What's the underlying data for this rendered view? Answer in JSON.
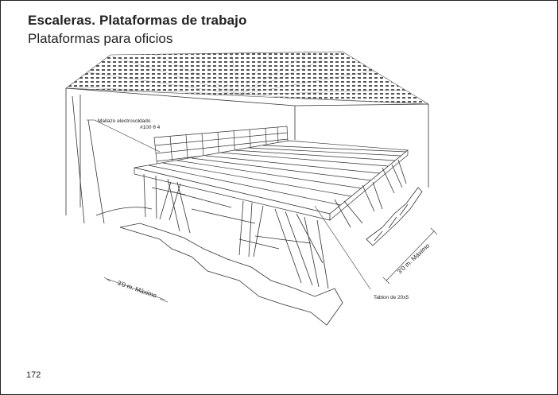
{
  "header": {
    "title": "Escaleras. Plataformas de trabajo",
    "subtitle": "Plataformas para oficios"
  },
  "figure": {
    "label_mesh": "Mallazo electrosoldado",
    "label_mesh_spec": "#100 θ 4",
    "label_plank": "Tablon de 20x5",
    "dimension_left": "3'0 m. Máximo",
    "dimension_right": "3'0 m. Máximo"
  },
  "footer": {
    "page_number": "172"
  }
}
